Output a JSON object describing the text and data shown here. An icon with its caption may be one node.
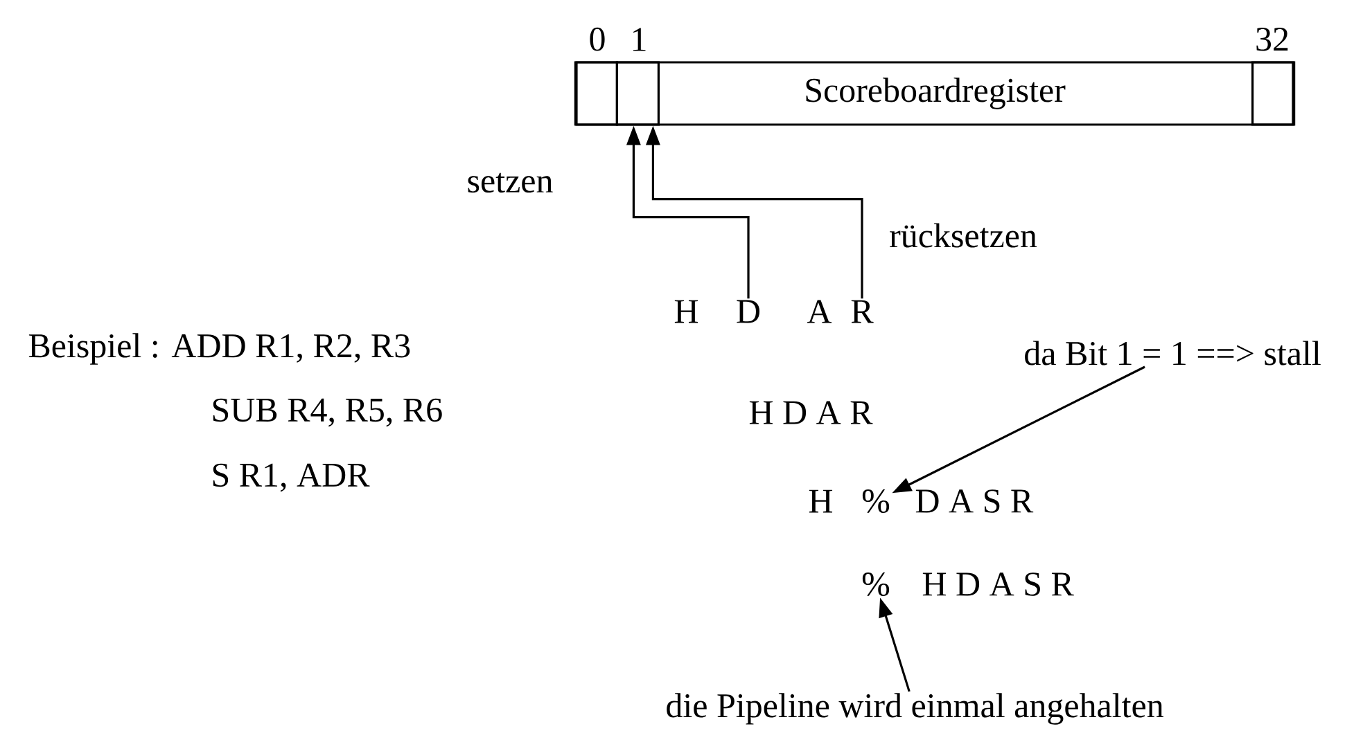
{
  "diagram": {
    "nodes": [
      {
        "text": [
          "Scoreboardregister"
        ]
      },
      {
        "text": [],
        "shape": "box",
        "in": 0,
        "beside": [
          "0"
        ]
      },
      {
        "text": [],
        "shape": "box",
        "in": 0,
        "beside": [
          "1"
        ]
      },
      {
        "text": [],
        "shape": "box",
        "in": 0,
        "beside": [
          "32"
        ]
      },
      {
        "text": [
          "D"
        ]
      },
      {
        "text": [
          "R"
        ]
      },
      {
        "text": [
          "da Bit 1 = 1 ==> stall"
        ]
      },
      {
        "text": [
          "%"
        ]
      },
      {
        "text": [
          "%"
        ]
      },
      {
        "text": [
          "die Pipeline wird einmal angehalten"
        ]
      }
    ],
    "edges": [
      {
        "from": 4,
        "to": 2,
        "arrow": "to",
        "label": "setzen"
      },
      {
        "from": 5,
        "to": 2,
        "arrow": "to",
        "label": "rücksetzen"
      },
      {
        "from": 6,
        "to": 7,
        "arrow": "to"
      },
      {
        "from": 9,
        "to": 8,
        "arrow": "to"
      }
    ],
    "labels": [
      "Beispiel : ADD R1,  R2,  R3",
      "H",
      "A",
      "SUB  R4,  R5,  R6",
      "H D A R",
      "H",
      "D A S R",
      "S   R1,  ADR",
      "H D A S R"
    ]
  }
}
